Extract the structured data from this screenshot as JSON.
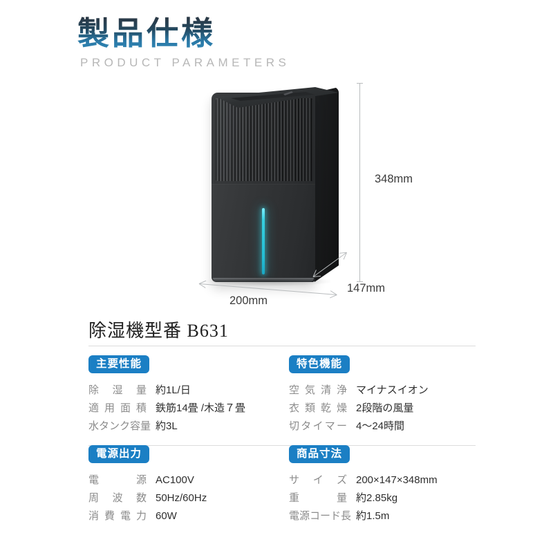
{
  "header": {
    "title_jp": "製品仕様",
    "title_en": "PRODUCT PARAMETERS",
    "title_gradient_from": "#2c3540",
    "title_gradient_to": "#3287b5",
    "subtitle_color": "#b7b7b7"
  },
  "product": {
    "alt": "黒い除湿機",
    "led_color": "#36cfe0",
    "body_color": "#333537",
    "side_color": "#171819",
    "dimensions": {
      "height": "348mm",
      "width": "200mm",
      "depth": "147mm"
    }
  },
  "model": {
    "line": "除湿機型番 B631"
  },
  "badge_color": "#1b7fc4",
  "sections": [
    {
      "title": "主要性能",
      "rows": [
        {
          "label": "除湿量",
          "value": "約1L/日"
        },
        {
          "label": "適用面積",
          "value": "鉄筋14畳 /木造７畳"
        },
        {
          "label": "水タンク容量",
          "value": "約3L"
        }
      ]
    },
    {
      "title": "特色機能",
      "rows": [
        {
          "label": "空気清浄",
          "value": "マイナスイオン"
        },
        {
          "label": "衣類乾燥",
          "value": "2段階の風量"
        },
        {
          "label": "切タイマー",
          "value": "4〜24時間"
        }
      ]
    },
    {
      "title": "電源出力",
      "rows": [
        {
          "label": "電源",
          "value": "AC100V"
        },
        {
          "label": "周波数",
          "value": "50Hz/60Hz"
        },
        {
          "label": "消費電力",
          "value": "60W"
        }
      ]
    },
    {
      "title": "商品寸法",
      "rows": [
        {
          "label": "サイズ",
          "value": "200×147×348mm"
        },
        {
          "label": "重量",
          "value": "約2.85kg"
        },
        {
          "label": "電源コード長",
          "value": "約1.5m"
        }
      ]
    }
  ]
}
